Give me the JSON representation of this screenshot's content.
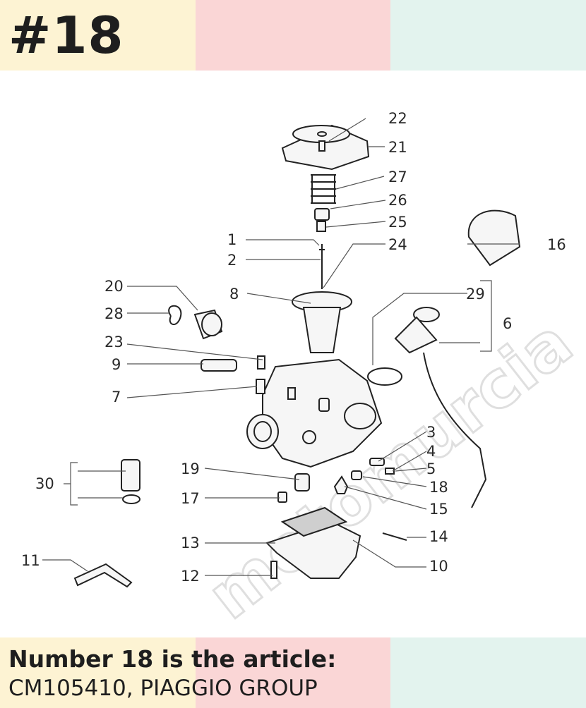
{
  "header": {
    "badge": "#18"
  },
  "footer": {
    "line1": "Number 18 is the article:",
    "line2": "CM105410, PIAGGIO GROUP"
  },
  "watermark": "motomurcia",
  "colors": {
    "yellow": "#fdf3d3",
    "pink": "#fad6d6",
    "mint": "#e3f3ee"
  },
  "callouts": {
    "n1": "1",
    "n2": "2",
    "n3": "3",
    "n4": "4",
    "n5": "5",
    "n6": "6",
    "n7": "7",
    "n8": "8",
    "n9": "9",
    "n10": "10",
    "n11": "11",
    "n12": "12",
    "n13": "13",
    "n14": "14",
    "n15": "15",
    "n16": "16",
    "n17": "17",
    "n18": "18",
    "n19": "19",
    "n20": "20",
    "n21": "21",
    "n22": "22",
    "n23": "23",
    "n24": "24",
    "n25": "25",
    "n26": "26",
    "n27": "27",
    "n28": "28",
    "n29": "29",
    "n30": "30"
  }
}
